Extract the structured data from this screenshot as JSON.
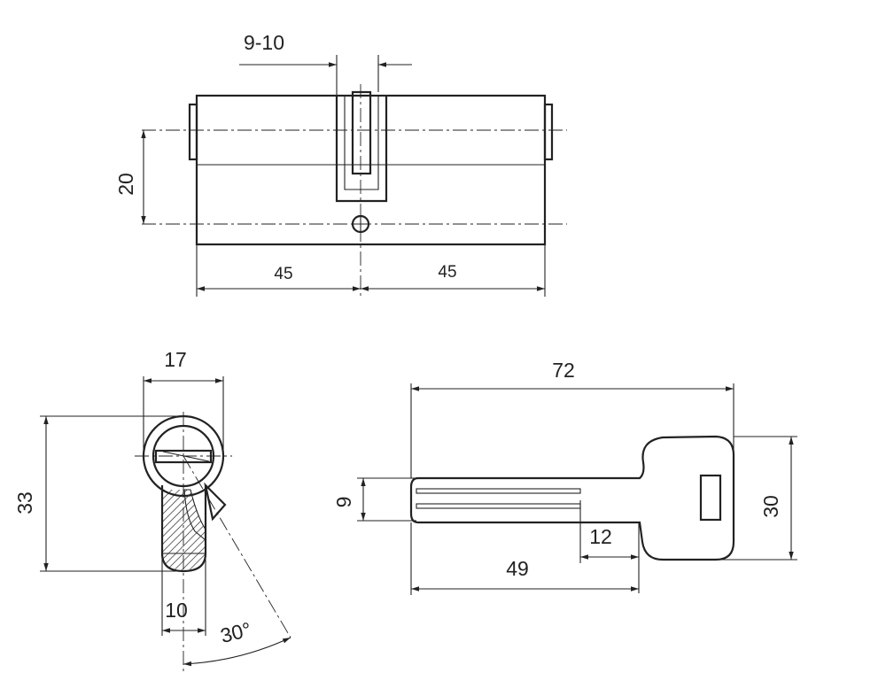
{
  "dimensions": {
    "top_slot_width": "9-10",
    "top_height": "20",
    "top_left_length": "45",
    "top_right_length": "45",
    "side_width": "17",
    "side_height": "33",
    "side_bottom_width": "10",
    "side_angle": "30°",
    "key_length": "72",
    "key_blade_width": "9",
    "key_head_height": "30",
    "key_shoulder": "12",
    "key_blade_length": "49"
  }
}
